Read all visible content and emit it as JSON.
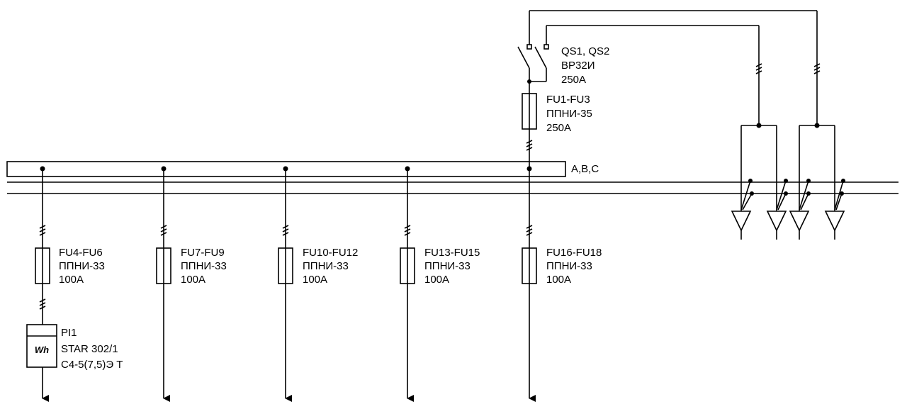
{
  "bus_label": "A,B,C",
  "switch": {
    "designation": "QS1, QS2",
    "model": "ВР32И",
    "rating": "250А"
  },
  "input_fuse": {
    "designation": "FU1-FU3",
    "model": "ППНИ-35",
    "rating": "250А"
  },
  "feeders": [
    {
      "designation": "FU4-FU6",
      "model": "ППНИ-33",
      "rating": "100А"
    },
    {
      "designation": "FU7-FU9",
      "model": "ППНИ-33",
      "rating": "100А"
    },
    {
      "designation": "FU10-FU12",
      "model": "ППНИ-33",
      "rating": "100А"
    },
    {
      "designation": "FU13-FU15",
      "model": "ППНИ-33",
      "rating": "100А"
    },
    {
      "designation": "FU16-FU18",
      "model": "ППНИ-33",
      "rating": "100А"
    }
  ],
  "meter": {
    "designation": "PI1",
    "model": "STAR 302/1",
    "class": "С4-5(7,5)Э Т",
    "symbol": "Wh"
  }
}
